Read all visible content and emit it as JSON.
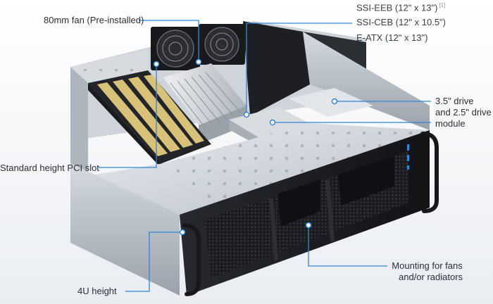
{
  "labels": {
    "fan": "80mm fan (Pre-installed)",
    "ssi_eeb": "SSI-EEB (12\" x 13\")",
    "ssi_eeb_note": "[1]",
    "ssi_ceb": "SSI-CEB (12\" x 10.5\")",
    "eatx": "E-ATX (12\" x 13\")",
    "drive_line1": "3.5\" drive",
    "drive_line2": "and 2.5\" drive",
    "drive_line3": "module",
    "pci": "Standard height PCI slot",
    "mount_line1": "Mounting for fans",
    "mount_line2": "and/or radiators",
    "height": "4U height"
  },
  "colors": {
    "callout": "#2f86d6",
    "chassis_silver": "#c9cfd6",
    "front_panel": "#1b1d21",
    "pci_gold": "#d8c27a"
  }
}
